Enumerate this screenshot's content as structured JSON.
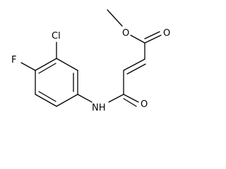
{
  "molecule": {
    "atoms": {
      "chlorine": "Cl",
      "fluorine": "F",
      "amide_nitrogen": "NH",
      "ester_oxygen": "O",
      "ester_carbonyl_oxygen": "O",
      "amide_carbonyl_oxygen": "O"
    },
    "colors": {
      "bond": "#000000",
      "label": "#000000",
      "background": "#ffffff"
    }
  }
}
